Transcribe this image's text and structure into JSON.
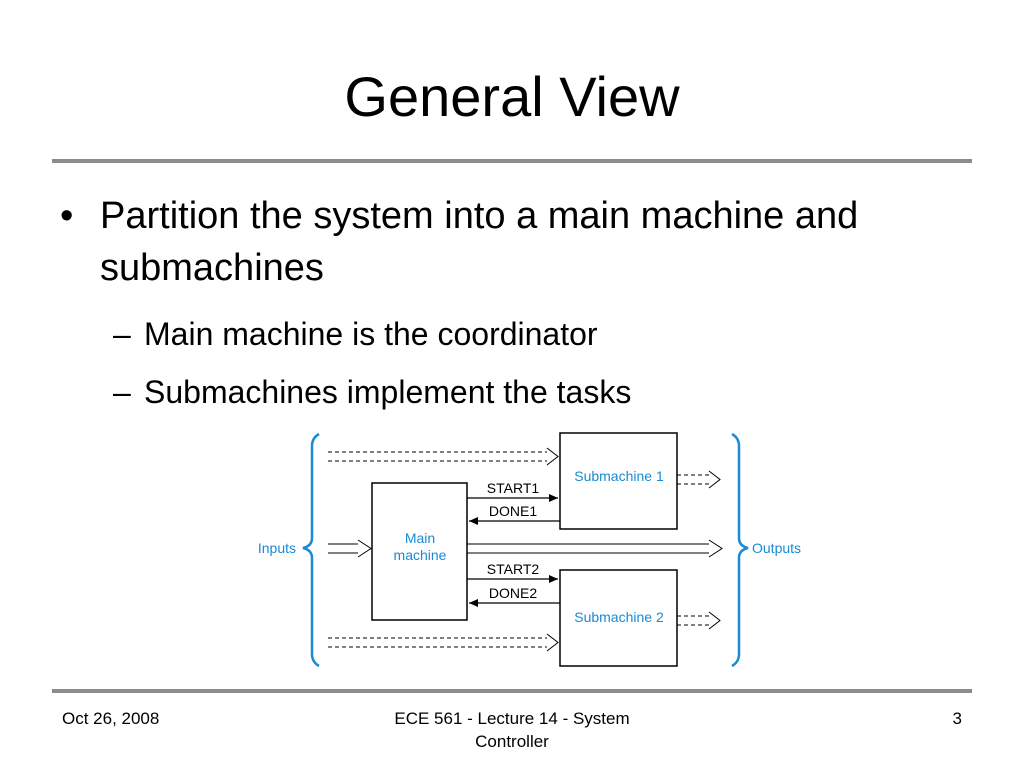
{
  "slide": {
    "title": "General View",
    "bullets": [
      {
        "text": "Partition the system into a main machine and submachines",
        "subitems": [
          "Main machine is the coordinator",
          "Submachines implement the tasks"
        ]
      }
    ]
  },
  "diagram": {
    "main_machine": [
      "Main",
      "machine"
    ],
    "submachine_1": "Submachine 1",
    "submachine_2": "Submachine 2",
    "signals": {
      "start1": "START1",
      "done1": "DONE1",
      "start2": "START2",
      "done2": "DONE2"
    },
    "inputs_label": "Inputs",
    "outputs_label": "Outputs",
    "colors": {
      "label_blue": "#1a8ad4",
      "brace_blue": "#1a8ad4",
      "box_stroke": "#000000"
    }
  },
  "footer": {
    "date": "Oct 26, 2008",
    "course": [
      "ECE 561 - Lecture 14 - System",
      "Controller"
    ],
    "page_number": "3"
  }
}
